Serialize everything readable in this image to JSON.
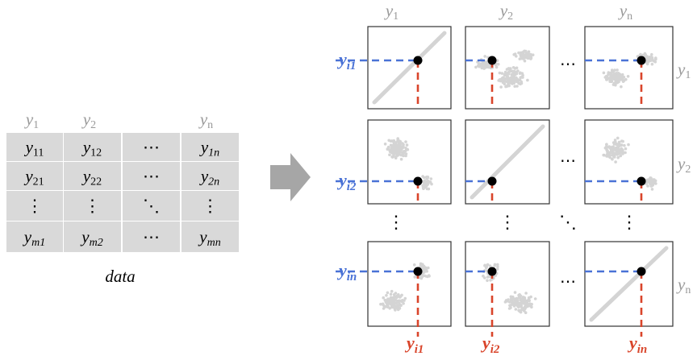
{
  "colors": {
    "header_gray": "#999999",
    "cell_fill": "#d9d9d9",
    "cell_text": "#000000",
    "point_gray": "#d4d4d4",
    "arrow_gray": "#a6a6a6",
    "blue": "#4a72d6",
    "red": "#d9452b",
    "frame": "#333333"
  },
  "table": {
    "headers": [
      {
        "base": "y",
        "sub": "1"
      },
      {
        "base": "y",
        "sub": "2"
      },
      {
        "base": "",
        "sub": ""
      },
      {
        "base": "y",
        "sub": "n"
      }
    ],
    "rows": [
      [
        {
          "base": "y",
          "sub": "11"
        },
        {
          "base": "y",
          "sub": "12"
        },
        {
          "base": "⋯",
          "sub": ""
        },
        {
          "base": "y",
          "sub": "1n"
        }
      ],
      [
        {
          "base": "y",
          "sub": "21"
        },
        {
          "base": "y",
          "sub": "22"
        },
        {
          "base": "⋯",
          "sub": ""
        },
        {
          "base": "y",
          "sub": "2n"
        }
      ],
      [
        {
          "base": "⋮",
          "sub": ""
        },
        {
          "base": "⋮",
          "sub": ""
        },
        {
          "base": "⋱",
          "sub": ""
        },
        {
          "base": "⋮",
          "sub": ""
        }
      ],
      [
        {
          "base": "y",
          "sub": "m1"
        },
        {
          "base": "y",
          "sub": "m2"
        },
        {
          "base": "⋯",
          "sub": ""
        },
        {
          "base": "y",
          "sub": "mn"
        }
      ]
    ],
    "caption": "data"
  },
  "matrix": {
    "col_headers": [
      {
        "base": "y",
        "sub": "1"
      },
      {
        "base": "y",
        "sub": "2"
      },
      {
        "base": "y",
        "sub": "n"
      }
    ],
    "row_labels_right": [
      {
        "base": "y",
        "sub": "1"
      },
      {
        "base": "y",
        "sub": "2"
      },
      {
        "base": "y",
        "sub": "n"
      }
    ],
    "row_labels_left": [
      {
        "base": "y",
        "sub": "i1"
      },
      {
        "base": "y",
        "sub": "i2"
      },
      {
        "base": "y",
        "sub": "in"
      }
    ],
    "col_labels_bottom": [
      {
        "base": "y",
        "sub": "i1"
      },
      {
        "base": "y",
        "sub": "i2"
      },
      {
        "base": "y",
        "sub": "in"
      }
    ],
    "ellipsis_h": "⋯",
    "ellipsis_v": "⋮",
    "ellipsis_d": "⋱",
    "panels": [
      [
        "diagonal",
        "scatter_a",
        "scatter_b"
      ],
      [
        "scatter_c",
        "diagonal",
        "scatter_d"
      ],
      [
        "scatter_e",
        "scatter_f",
        "diagonal"
      ]
    ]
  }
}
